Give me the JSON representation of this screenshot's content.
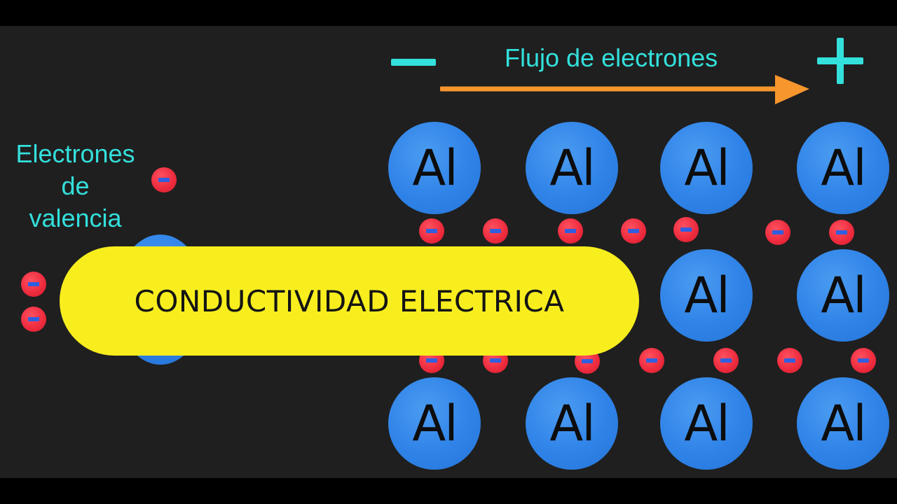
{
  "flow": {
    "minus_symbol": "−",
    "plus_symbol": "+",
    "label": "Flujo de electrones",
    "arrow_color": "#f7962d"
  },
  "valence_label": {
    "line1": "Electrones",
    "line2": "de",
    "line3": "valencia"
  },
  "banner": {
    "text": "CONDUCTIVIDAD ELECTRICA",
    "color": "#f8ee1e"
  },
  "atom_symbol": "Al",
  "colors": {
    "background": "#1f1f1f",
    "atom": "#2f83e8",
    "electron": "#ec2a3c",
    "electron_mark": "#2f5fe0",
    "label": "#33e0dc"
  }
}
